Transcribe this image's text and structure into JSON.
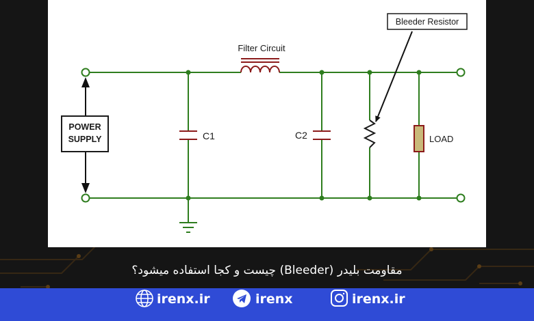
{
  "diagram": {
    "filter_label": "Filter Circuit",
    "bleeder_label": "Bleeder Resistor",
    "power_supply_line1": "POWER",
    "power_supply_line2": "SUPPLY",
    "c1_label": "C1",
    "c2_label": "C2",
    "load_label": "LOAD",
    "colors": {
      "wire": "#2e7d1e",
      "component": "#8b1a1a",
      "load_fill": "#c9b97a",
      "text": "#1a1a1a"
    }
  },
  "caption": {
    "title": "مقاومت بلیدر (Bleeder) چیست و کجا استفاده میشود؟"
  },
  "footer": {
    "background": "#2f4bd6",
    "items": [
      {
        "icon": "globe-icon",
        "text": "irenx.ir"
      },
      {
        "icon": "telegram-icon",
        "text": "irenx"
      },
      {
        "icon": "instagram-icon",
        "text": "irenx.ir"
      }
    ]
  }
}
